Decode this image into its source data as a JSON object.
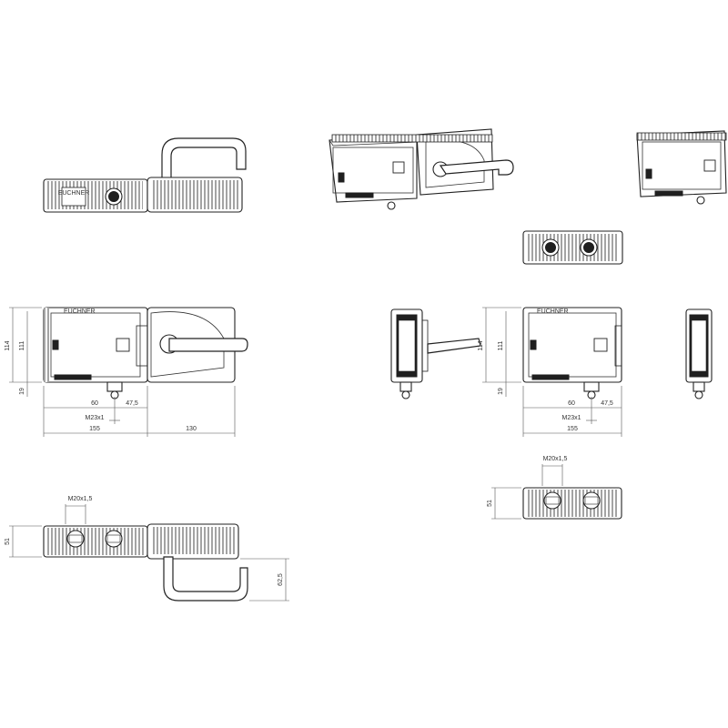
{
  "labels": {
    "logo": "EUCHNER",
    "front_left": {
      "h_total": "114",
      "h_body": "111",
      "h_bottom": "19",
      "w_60": "60",
      "w_47": "47,5",
      "thread": "M23x1",
      "w_155": "155",
      "w_130": "130"
    },
    "front_right": {
      "h_total": "114",
      "h_body": "111",
      "h_bottom": "19",
      "w_60": "60",
      "w_47": "47,5",
      "thread": "M23x1",
      "w_155": "155"
    },
    "bottom_left": {
      "thread": "M20x1,5",
      "h_51": "51",
      "h_62": "62,5"
    },
    "bottom_right": {
      "thread": "M20x1,5",
      "h_51": "51"
    }
  },
  "colors": {
    "line": "#222222",
    "dimension": "#555555",
    "fill_dark": "#1f1f1f"
  },
  "icons": [
    "m23-connector-icon",
    "m20-cable-gland-icon",
    "door-handle-icon"
  ]
}
